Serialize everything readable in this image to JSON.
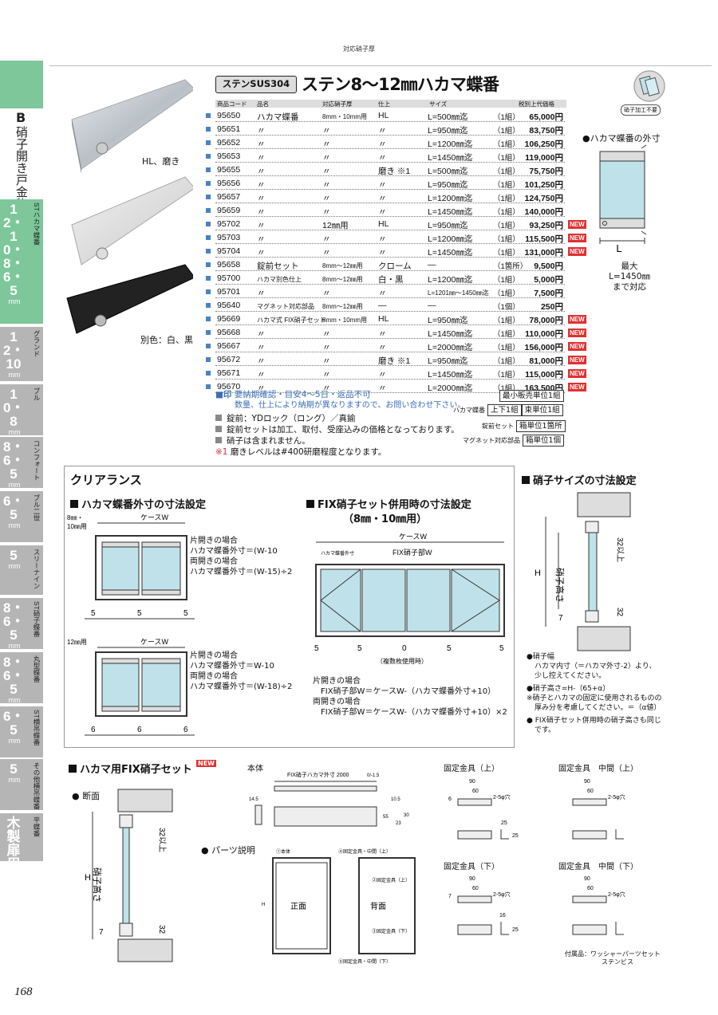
{
  "running_head": "対応硝子厚",
  "page_number": "168",
  "side_tabs": {
    "b_letter": "B",
    "b_text": "硝子開き戸金物",
    "tabs": [
      {
        "big": "12・10・8・6・5",
        "unit": "mm",
        "small": "STハカマ蝶番"
      },
      {
        "big": "12・10",
        "unit": "mm",
        "small": "グランド"
      },
      {
        "big": "10・8",
        "unit": "mm",
        "small": "ブル"
      },
      {
        "big": "8・6・5",
        "unit": "mm",
        "small": "コンフォート"
      },
      {
        "big": "6・5",
        "unit": "mm",
        "small": "ブル二世"
      },
      {
        "big": "5",
        "unit": "mm",
        "small": "スリーナイン"
      },
      {
        "big": "8・6・5",
        "unit": "mm",
        "small": "ST硝子蝶番"
      },
      {
        "big": "8・6・5",
        "unit": "mm",
        "small": "丸型蝶番"
      },
      {
        "big": "6・5",
        "unit": "mm",
        "small": "ST横吊蝶番"
      },
      {
        "big": "5",
        "unit": "mm",
        "small": "その他横吊蝶番"
      },
      {
        "big": "木製扉用",
        "unit": "",
        "small": "平蝶番"
      }
    ]
  },
  "photo_captions": [
    "HL、磨き",
    "別色：白、黒"
  ],
  "header": {
    "badge": "ステンSUS304",
    "title": "ステン8〜12㎜ハカマ蝶番",
    "glass_icon_label": "硝子加工不要"
  },
  "table": {
    "columns": [
      "商品コード",
      "品名",
      "対応硝子厚",
      "仕上",
      "サイズ",
      "税別上代価格"
    ],
    "new_label": "NEW",
    "rows": [
      {
        "code": "95650",
        "name": "ハカマ蝶番",
        "thick": "8mm・10mm用",
        "finish": "HL",
        "size": "L=500㎜迄",
        "unit": "（1組）",
        "price": "65,000円",
        "new": false
      },
      {
        "code": "95651",
        "name": "〃",
        "thick": "〃",
        "finish": "〃",
        "size": "L=950㎜迄",
        "unit": "（1組）",
        "price": "83,750円",
        "new": false
      },
      {
        "code": "95652",
        "name": "〃",
        "thick": "〃",
        "finish": "〃",
        "size": "L=1200㎜迄",
        "unit": "（1組）",
        "price": "106,250円",
        "new": false
      },
      {
        "code": "95653",
        "name": "〃",
        "thick": "〃",
        "finish": "〃",
        "size": "L=1450㎜迄",
        "unit": "（1組）",
        "price": "119,000円",
        "new": false
      },
      {
        "code": "95655",
        "name": "〃",
        "thick": "〃",
        "finish": "磨き ※1",
        "size": "L=500㎜迄",
        "unit": "（1組）",
        "price": "75,750円",
        "new": false
      },
      {
        "code": "95656",
        "name": "〃",
        "thick": "〃",
        "finish": "〃",
        "size": "L=950㎜迄",
        "unit": "（1組）",
        "price": "101,250円",
        "new": false
      },
      {
        "code": "95657",
        "name": "〃",
        "thick": "〃",
        "finish": "〃",
        "size": "L=1200㎜迄",
        "unit": "（1組）",
        "price": "124,750円",
        "new": false
      },
      {
        "code": "95659",
        "name": "〃",
        "thick": "〃",
        "finish": "〃",
        "size": "L=1450㎜迄",
        "unit": "（1組）",
        "price": "140,000円",
        "new": false
      },
      {
        "code": "95702",
        "name": "〃",
        "thick": "12㎜用",
        "finish": "HL",
        "size": "L=950㎜迄",
        "unit": "（1組）",
        "price": "93,250円",
        "new": true
      },
      {
        "code": "95703",
        "name": "〃",
        "thick": "〃",
        "finish": "〃",
        "size": "L=1200㎜迄",
        "unit": "（1組）",
        "price": "115,500円",
        "new": true
      },
      {
        "code": "95704",
        "name": "〃",
        "thick": "〃",
        "finish": "〃",
        "size": "L=1450㎜迄",
        "unit": "（1組）",
        "price": "131,000円",
        "new": true
      },
      {
        "code": "95658",
        "name": "錠前セット",
        "thick": "8mm〜12㎜用",
        "finish": "クローム",
        "size": "―",
        "unit": "（1箇所）",
        "price": "9,500円",
        "new": false
      },
      {
        "code": "95700",
        "name": "ハカマ別色仕上",
        "thick": "8mm〜12㎜用",
        "finish": "白・黒",
        "size": "L=1200㎜迄",
        "unit": "（1組）",
        "price": "5,000円",
        "new": false
      },
      {
        "code": "95701",
        "name": "〃",
        "thick": "〃",
        "finish": "〃",
        "size": "L=1201㎜〜1450㎜迄",
        "unit": "（1組）",
        "price": "7,500円",
        "new": false
      },
      {
        "code": "95640",
        "name": "マグネット対応部品",
        "thick": "8mm〜12㎜用",
        "finish": "―",
        "size": "―",
        "unit": "（1個）",
        "price": "250円",
        "new": false
      },
      {
        "code": "95669",
        "name": "ハカマ式 FIX硝子セット",
        "thick": "8mm・10mm用",
        "finish": "HL",
        "size": "L=950㎜迄",
        "unit": "（1組）",
        "price": "78,000円",
        "new": true
      },
      {
        "code": "95668",
        "name": "〃",
        "thick": "〃",
        "finish": "〃",
        "size": "L=1450㎜迄",
        "unit": "（1組）",
        "price": "110,000円",
        "new": true
      },
      {
        "code": "95667",
        "name": "〃",
        "thick": "〃",
        "finish": "〃",
        "size": "L=2000㎜迄",
        "unit": "（1組）",
        "price": "156,000円",
        "new": true
      },
      {
        "code": "95672",
        "name": "〃",
        "thick": "〃",
        "finish": "磨き ※1",
        "size": "L=950㎜迄",
        "unit": "（1組）",
        "price": "81,000円",
        "new": true
      },
      {
        "code": "95671",
        "name": "〃",
        "thick": "〃",
        "finish": "〃",
        "size": "L=1450㎜迄",
        "unit": "（1組）",
        "price": "115,000円",
        "new": true
      },
      {
        "code": "95670",
        "name": "〃",
        "thick": "〃",
        "finish": "〃",
        "size": "L=2000㎜迄",
        "unit": "（1組）",
        "price": "163,500円",
        "new": true
      }
    ]
  },
  "notes": {
    "mark_label": "■印",
    "mark_line1": "要納期確認・目安4〜5日・返品不可",
    "mark_line2": "数量、仕上により納期が異なりますので、お問い合わせ下さい。",
    "lines": [
      "錠前：YDロック（ロング）／真鍮",
      "錠前セットは加工、取付、受座込みの価格となっております。",
      "硝子は含まれません。"
    ],
    "star_label": "※1",
    "star_text": "磨きレベルは#400研磨程度となります。",
    "min_unit_title": "最小販売単位1組",
    "units": [
      {
        "label": "ハカマ蝶番",
        "values": [
          "上下1組",
          "束単位1組"
        ]
      },
      {
        "label": "錠前セット",
        "values": [
          "箱単位1箇所"
        ]
      },
      {
        "label": "マグネット対応部品",
        "values": [
          "箱単位1個"
        ]
      }
    ]
  },
  "outer": {
    "title": "●ハカマ蝶番の外寸",
    "dim_label": "L",
    "caption": [
      "最大",
      "L=1450㎜",
      "まで対応"
    ]
  },
  "clearance": {
    "title": "クリアランス",
    "hakama": {
      "title": "ハカマ蝶番外寸の寸法設定",
      "d1_label_a": "8㎜・",
      "d1_label_b": "10㎜用",
      "case_w": "ケースW",
      "d1_text": [
        "片開きの場合",
        "ハカマ蝶番外寸＝(W-10",
        "両開きの場合",
        "ハカマ蝶番外寸＝(W-15)÷2"
      ],
      "d1_dims": [
        "5",
        "5",
        "5"
      ],
      "d2_label": "12㎜用",
      "d2_text": [
        "片開きの場合",
        "ハカマ蝶番外寸＝W-10",
        "両開きの場合",
        "ハカマ蝶番外寸＝(W-18)÷2"
      ],
      "d2_dims": [
        "6",
        "6",
        "6"
      ]
    },
    "fix": {
      "title": "FIX硝子セット併用時の寸法設定",
      "subtitle": "（8㎜・10㎜用）",
      "case_w": "ケースW",
      "hakama_outer": "ハカマ蝶番外寸",
      "fix_w": "FIX硝子部W",
      "dims": [
        "5",
        "5",
        "0",
        "5",
        "5"
      ],
      "dims_note": "（複数枚使用時）",
      "text": [
        "片開きの場合",
        "FIX硝子部W＝ケースW-（ハカマ蝶番外寸+10）",
        "両開きの場合",
        "FIX硝子部W＝ケースW-（ハカマ蝶番外寸+10）×2"
      ]
    }
  },
  "glass_size": {
    "title": "硝子サイズの寸法設定",
    "h": "H",
    "glass_h": "硝子高さ",
    "dim_top": "32以上",
    "dim_bottom": "32",
    "dim_7": "7",
    "notes": [
      "●硝子幅",
      "ハカマ内寸（＝ハカマ外寸-2）より、",
      "少し控えてください。",
      "●硝子高さ=H-（65+α）",
      "※硝子とハカマの固定に使用されるものの",
      "厚み分を考慮してください。＝（α値）",
      "● FIX硝子セット併用時の硝子高さも同じ",
      "です。"
    ]
  },
  "fix_set": {
    "title": "ハカマ用FIX硝子セット",
    "new": "NEW",
    "section_label": "● 断面",
    "h": "H",
    "glass_h": "硝子高さ",
    "dim_top": "32以上",
    "dim_bottom": "32",
    "dim_7": "7",
    "body_label": "本体",
    "body_dim": "FIX硝子ハカマ外寸 2000",
    "body_tol": "0/-1.5",
    "body_dims": [
      "14.5",
      "10.5",
      "55",
      "23",
      "30"
    ],
    "parts_label": "● パーツ説明",
    "parts": [
      "①本体",
      "④固定金具・中間（上）",
      "②固定金具（上）",
      "③固定金具（下）",
      "⑤固定金具・中間（下）"
    ],
    "front": "正面",
    "back": "背面",
    "h_small": "H",
    "fit_top": "固定金具（上）",
    "fit_mid_top": "固定金具　中間（上）",
    "fit_bottom": "固定金具（下）",
    "fit_mid_bottom": "固定金具　中間（下）",
    "fit_dims": [
      "90",
      "60",
      "2-5φ穴",
      "6",
      "25",
      "25"
    ],
    "fit_dims_b": [
      "90",
      "60",
      "2-5φ穴",
      "7",
      "16",
      "25"
    ],
    "accessory": [
      "付属品：ワッシャーパーツセット",
      "ステンビス"
    ]
  }
}
